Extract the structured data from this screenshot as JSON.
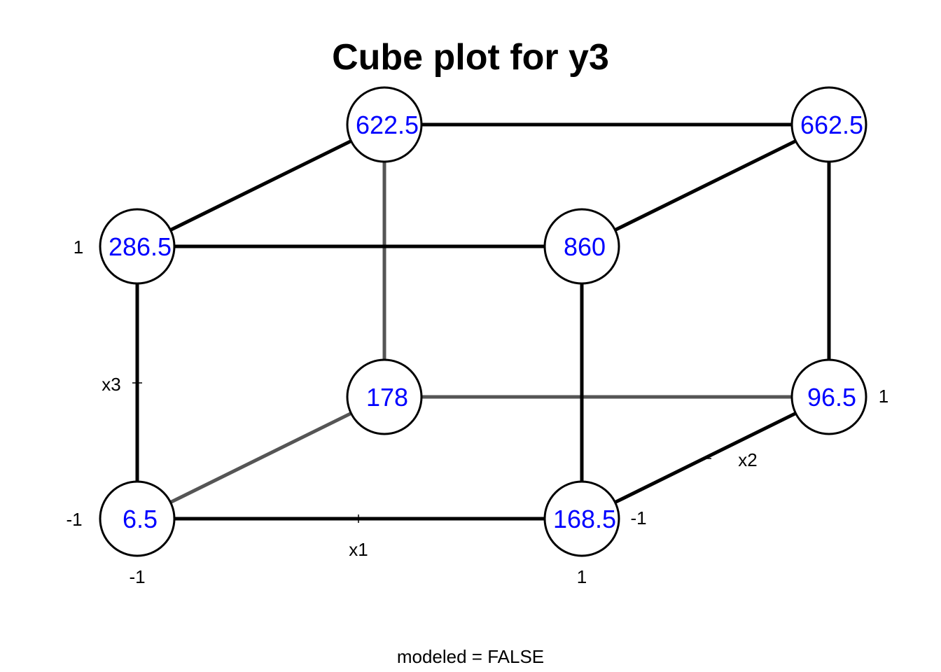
{
  "chart_data": {
    "type": "cube",
    "title": "Cube plot for y3",
    "response": "y3",
    "factors": [
      "x1",
      "x2",
      "x3"
    ],
    "levels": [
      "-1",
      "1"
    ],
    "footer": "modeled = FALSE",
    "colors": {
      "values": "#0000ff",
      "front_edges": "#000000",
      "hidden_edges": "#555555"
    },
    "corners": [
      {
        "x1": -1,
        "x2": -1,
        "x3": -1,
        "y": "6.5"
      },
      {
        "x1": 1,
        "x2": -1,
        "x3": -1,
        "y": "168.5"
      },
      {
        "x1": -1,
        "x2": 1,
        "x3": -1,
        "y": "178"
      },
      {
        "x1": 1,
        "x2": 1,
        "x3": -1,
        "y": "96.5"
      },
      {
        "x1": -1,
        "x2": -1,
        "x3": 1,
        "y": "286.5"
      },
      {
        "x1": 1,
        "x2": -1,
        "x3": 1,
        "y": "860"
      },
      {
        "x1": -1,
        "x2": 1,
        "x3": 1,
        "y": "622.5"
      },
      {
        "x1": 1,
        "x2": 1,
        "x3": 1,
        "y": "662.5"
      }
    ]
  }
}
